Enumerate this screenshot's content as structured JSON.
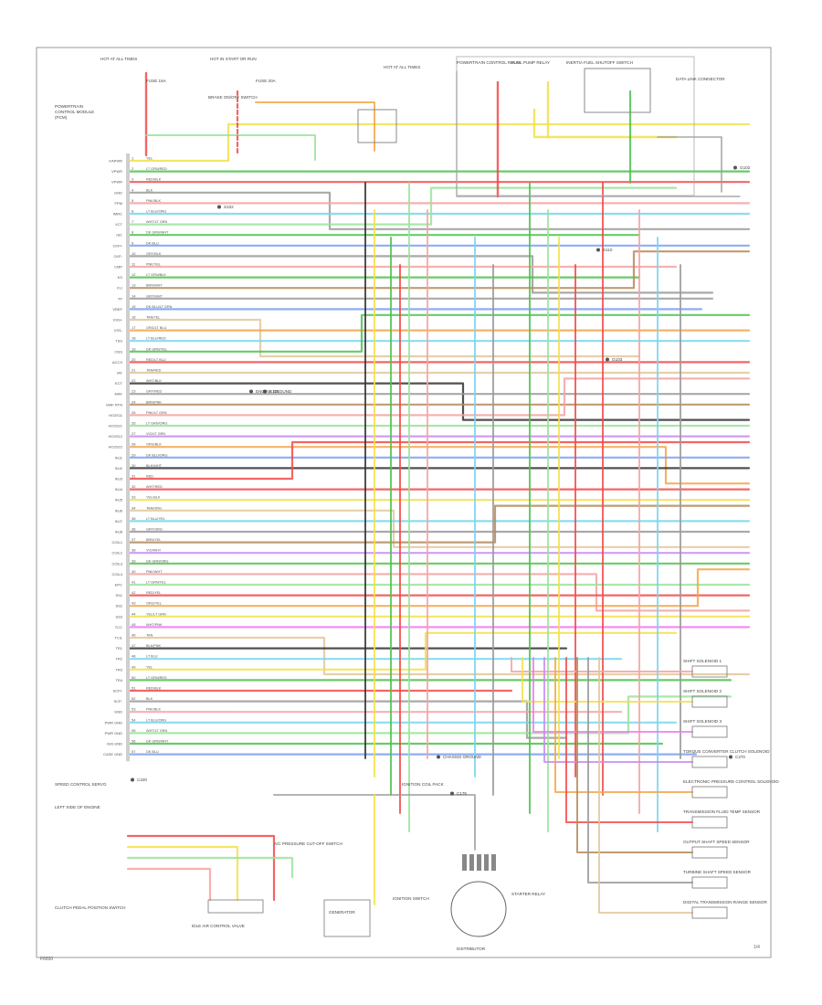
{
  "diagram": {
    "page_id": "F6830",
    "page_number": "1/4",
    "colors": {
      "red": "#f24a4a",
      "pink": "#f5a3a3",
      "green": "#4ec24e",
      "lightgreen": "#9be39b",
      "yellow": "#f2e14a",
      "orange": "#f5a64a",
      "cyan": "#78d6ee",
      "blue": "#7aa0f0",
      "magenta": "#ef7bef",
      "violet": "#c88cf0",
      "gray": "#9a9a9a",
      "black": "#333333",
      "tan": "#e0c89a",
      "brown": "#b58a5a"
    },
    "top_components": [
      "HOT AT ALL TIMES",
      "HOT IN START OR RUN",
      "FUSE 15A",
      "FUSE 20A",
      "BRAKE ON/OFF SWITCH",
      "HOT AT ALL TIMES",
      "POWERTRAIN CONTROL RELAY",
      "FUEL PUMP RELAY",
      "INERTIA FUEL SHUTOFF SWITCH",
      "DATA LINK CONNECTOR"
    ],
    "left_block_title": [
      "POWERTRAIN",
      "CONTROL MODULE",
      "(PCM)"
    ],
    "left_pins": [
      "KAPWR",
      "VPWR",
      "VPWR",
      "GND",
      "FPM",
      "IMRC",
      "VCT",
      "ISC",
      "CKP+",
      "CKP-",
      "CMP",
      "KS",
      "FLI",
      "TP",
      "VREF",
      "VSS+",
      "VSS-",
      "TSS",
      "OSS",
      "ACCS",
      "IAT",
      "ECT",
      "MAF",
      "MAF RTN",
      "HO2S11",
      "HO2S21",
      "HO2S12",
      "HO2S22",
      "INJ1",
      "INJ2",
      "INJ3",
      "INJ4",
      "INJ5",
      "INJ6",
      "INJ7",
      "INJ8",
      "COIL1",
      "COIL2",
      "COIL3",
      "COIL4",
      "EPC",
      "SS1",
      "SS2",
      "SS3",
      "TCC",
      "TCIL",
      "TR1",
      "TR2",
      "TR3",
      "TR4",
      "SCP+",
      "SCP-",
      "GND",
      "PWR GND",
      "PWR GND",
      "IGN GND",
      "CASE GND"
    ],
    "wire_labels": [
      "YEL",
      "LT GRN/RED",
      "RED/BLK",
      "BLK",
      "PNK/BLK",
      "LT BLU/ORG",
      "WHT/LT GRN",
      "DK GRN/WHT",
      "DK BLU",
      "GRY/BLK",
      "PNK/YEL",
      "LT GRN/BLK",
      "BRN/WHT",
      "GRY/WHT",
      "DK BLU/LT GRN",
      "TAN/YEL",
      "ORG/LT BLU",
      "LT BLU/RED",
      "DK GRN/YEL",
      "RED/LT BLU",
      "TAN/RED",
      "WHT/BLK",
      "GRY/RED",
      "BRN/PNK",
      "PNK/LT GRN",
      "LT GRN/ORG",
      "VIO/LT GRN",
      "ORG/BLK",
      "DK BLU/ORG",
      "BLK/WHT",
      "RED",
      "WHT/RED",
      "YEL/BLK",
      "TAN/ORG",
      "LT BLU/YEL",
      "GRY/ORG",
      "BRN/YEL",
      "VIO/WHT",
      "DK GRN/ORG",
      "PNK/WHT",
      "LT GRN/YEL",
      "RED/YEL",
      "ORG/YEL",
      "YEL/LT GRN",
      "WHT/PNK",
      "TAN",
      "BLK/PNK",
      "LT BLU"
    ],
    "right_components": [
      "SHIFT SOLENOID 1",
      "SHIFT SOLENOID 2",
      "SHIFT SOLENOID 3",
      "TORQUE CONVERTER CLUTCH SOLENOID",
      "ELECTRONIC PRESSURE CONTROL SOLENOID",
      "TRANSMISSION FLUID TEMP SENSOR",
      "OUTPUT SHAFT SPEED SENSOR",
      "TURBINE SHAFT SPEED SENSOR",
      "DIGITAL TRANSMISSION RANGE SENSOR"
    ],
    "bottom_components": [
      "SPEED CONTROL SERVO",
      "LEFT SIDE OF ENGINE",
      "CLUTCH PEDAL POSITION SWITCH",
      "IDLE AIR CONTROL VALVE",
      "A/C PRESSURE CUT-OFF SWITCH",
      "GENERATOR",
      "IGNITION SWITCH",
      "STARTER RELAY",
      "IGNITION COIL PACK",
      "DISTRIBUTOR"
    ],
    "callouts": [
      "CHASSIS GROUND",
      "ENGINE GROUND",
      "G102",
      "G103",
      "S101",
      "S102",
      "S110",
      "C175",
      "C220",
      "C270"
    ]
  }
}
